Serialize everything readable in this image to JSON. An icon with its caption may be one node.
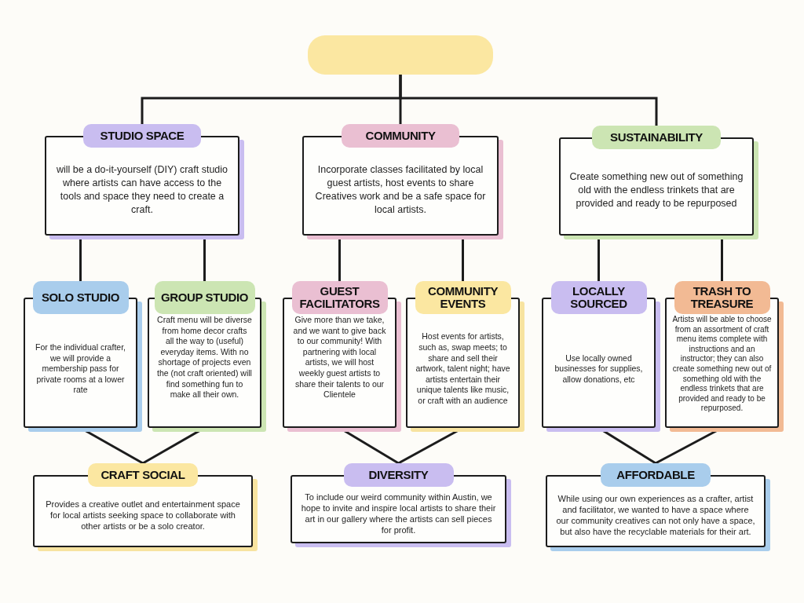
{
  "diagram": {
    "nodes": [
      {
        "text": [],
        "shape": "box"
      },
      {
        "text": [
          "STUDIO SPACE",
          "will be a do-it-yourself (DIY) craft studio where artists can have access to the tools and space they need to create a craft."
        ]
      },
      {
        "text": [
          "COMMUNITY",
          "Incorporate classes facilitated by local guest artists, host events to share Creatives work and be a safe space for local artists."
        ]
      },
      {
        "text": [
          "SUSTAINABILITY",
          "Create something new out of something old with the endless trinkets that are provided and ready to be repurposed"
        ]
      },
      {
        "text": [
          "SOLO STUDIO",
          "For the individual crafter, we will provide a membership pass for private rooms at a lower rate"
        ]
      },
      {
        "text": [
          "GROUP STUDIO",
          "Craft menu will be diverse from home decor crafts all the way to (useful) everyday items. With no shortage of projects even the (not craft oriented) will find something fun to make all their own."
        ]
      },
      {
        "text": [
          "GUEST FACILITATORS",
          "Give more than we take, and we want to give back to our community! With partnering with local artists, we will host weekly guest artists to share their talents to our Clientele"
        ]
      },
      {
        "text": [
          "COMMUNITY EVENTS",
          "Host events for artists, such as, swap meets; to share and sell their artwork, talent night; have artists entertain their unique talents like music, or craft with an audience"
        ]
      },
      {
        "text": [
          "LOCALLY SOURCED",
          "Use locally owned businesses for supplies, allow donations, etc"
        ]
      },
      {
        "text": [
          "TRASH TO TREASURE",
          "Artists will be able to choose from an assortment of craft menu items complete with instructions and an instructor; they can also create something new out of something old with the endless trinkets that are provided and ready to be repurposed."
        ]
      },
      {
        "text": [
          "CRAFT SOCIAL",
          "Provides a creative outlet and entertainment space for local artists seeking space to collaborate with other artists or be a solo creator."
        ]
      },
      {
        "text": [
          "DIVERSITY",
          "To include our weird community within Austin, we hope to invite and inspire local artists to share their art in our gallery where the artists can sell pieces for profit."
        ]
      },
      {
        "text": [
          "AFFORDABLE",
          "While using our own experiences as a crafter, artist and facilitator, we wanted to have a space where our community creatives can not only have a space, but also have the recyclable materials for their art."
        ]
      }
    ],
    "edges": [
      {
        "from": 0,
        "to": 1,
        "arrow": "none"
      },
      {
        "from": 0,
        "to": 2,
        "arrow": "none"
      },
      {
        "from": 0,
        "to": 3,
        "arrow": "none"
      },
      {
        "from": 1,
        "to": 4,
        "arrow": "none"
      },
      {
        "from": 1,
        "to": 5,
        "arrow": "none"
      },
      {
        "from": 2,
        "to": 6,
        "arrow": "none"
      },
      {
        "from": 2,
        "to": 7,
        "arrow": "none"
      },
      {
        "from": 3,
        "to": 8,
        "arrow": "none"
      },
      {
        "from": 3,
        "to": 9,
        "arrow": "none"
      },
      {
        "from": 4,
        "to": 10,
        "arrow": "none"
      },
      {
        "from": 5,
        "to": 10,
        "arrow": "none"
      },
      {
        "from": 6,
        "to": 11,
        "arrow": "none"
      },
      {
        "from": 7,
        "to": 11,
        "arrow": "none"
      },
      {
        "from": 8,
        "to": 12,
        "arrow": "none"
      },
      {
        "from": 9,
        "to": 12,
        "arrow": "none"
      }
    ]
  }
}
